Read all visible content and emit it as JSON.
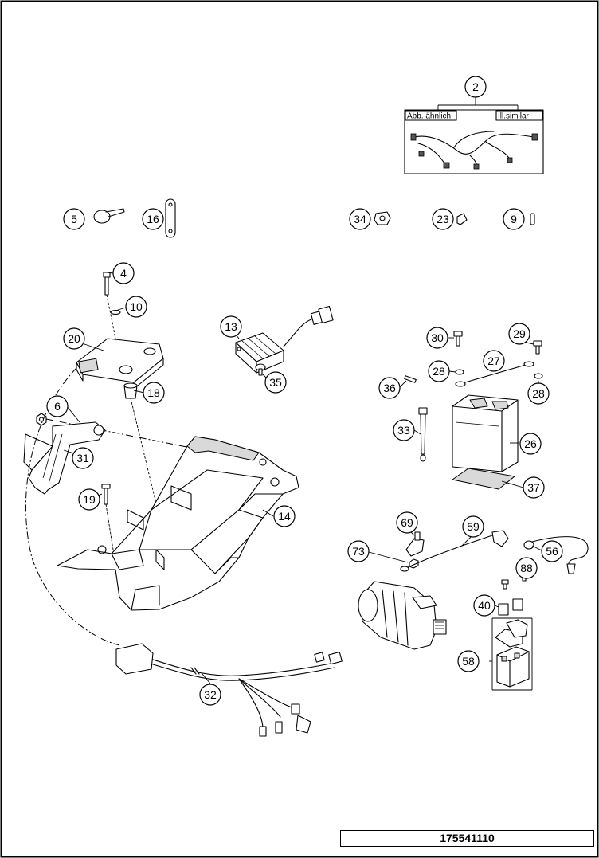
{
  "notes": {
    "similar_de": "Abb. ähnlich",
    "similar_en": "Ill.similar"
  },
  "drawing_number": "175541110",
  "callouts": [
    {
      "id": "callout-2",
      "label": "2"
    },
    {
      "id": "callout-5",
      "label": "5"
    },
    {
      "id": "callout-16",
      "label": "16"
    },
    {
      "id": "callout-34",
      "label": "34"
    },
    {
      "id": "callout-23",
      "label": "23"
    },
    {
      "id": "callout-9",
      "label": "9"
    },
    {
      "id": "callout-4",
      "label": "4"
    },
    {
      "id": "callout-10",
      "label": "10"
    },
    {
      "id": "callout-20",
      "label": "20"
    },
    {
      "id": "callout-13",
      "label": "13"
    },
    {
      "id": "callout-35",
      "label": "35"
    },
    {
      "id": "callout-18",
      "label": "18"
    },
    {
      "id": "callout-6",
      "label": "6"
    },
    {
      "id": "callout-31",
      "label": "31"
    },
    {
      "id": "callout-19",
      "label": "19"
    },
    {
      "id": "callout-14",
      "label": "14"
    },
    {
      "id": "callout-30",
      "label": "30"
    },
    {
      "id": "callout-29",
      "label": "29"
    },
    {
      "id": "callout-27",
      "label": "27"
    },
    {
      "id": "callout-28a",
      "label": "28"
    },
    {
      "id": "callout-28b",
      "label": "28"
    },
    {
      "id": "callout-36",
      "label": "36"
    },
    {
      "id": "callout-33",
      "label": "33"
    },
    {
      "id": "callout-26",
      "label": "26"
    },
    {
      "id": "callout-37",
      "label": "37"
    },
    {
      "id": "callout-69",
      "label": "69"
    },
    {
      "id": "callout-59",
      "label": "59"
    },
    {
      "id": "callout-73",
      "label": "73"
    },
    {
      "id": "callout-56",
      "label": "56"
    },
    {
      "id": "callout-88",
      "label": "88"
    },
    {
      "id": "callout-40",
      "label": "40"
    },
    {
      "id": "callout-58",
      "label": "58"
    },
    {
      "id": "callout-32",
      "label": "32"
    }
  ]
}
